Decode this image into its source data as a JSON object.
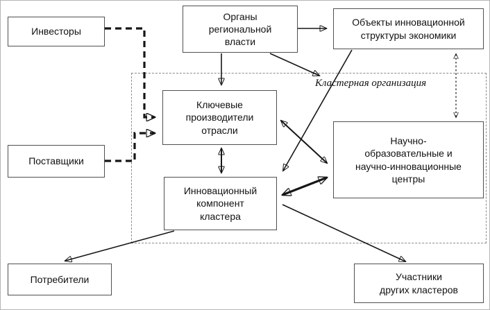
{
  "diagram": {
    "cluster_label": "Кластерная организация",
    "nodes": {
      "investors": "Инвесторы",
      "regional_authorities": [
        "Органы",
        "региональной",
        "власти"
      ],
      "innovation_objects": [
        "Объекты инновационной",
        "структуры экономики"
      ],
      "suppliers": "Поставщики",
      "key_producers": [
        "Ключевые",
        "производители",
        "отрасли"
      ],
      "research_centers": [
        "Научно-",
        "образовательные и",
        "научно-инновационные",
        "центры"
      ],
      "innovation_component": [
        "Инновационный",
        "компонент",
        "кластера"
      ],
      "consumers": "Потребители",
      "other_clusters": [
        "Участники",
        "других кластеров"
      ]
    },
    "colors": {
      "box_border": "#4f4f4f",
      "arrow": "#161616",
      "dashed_frame": "#8a8a8a",
      "background": "#ffffff"
    }
  }
}
